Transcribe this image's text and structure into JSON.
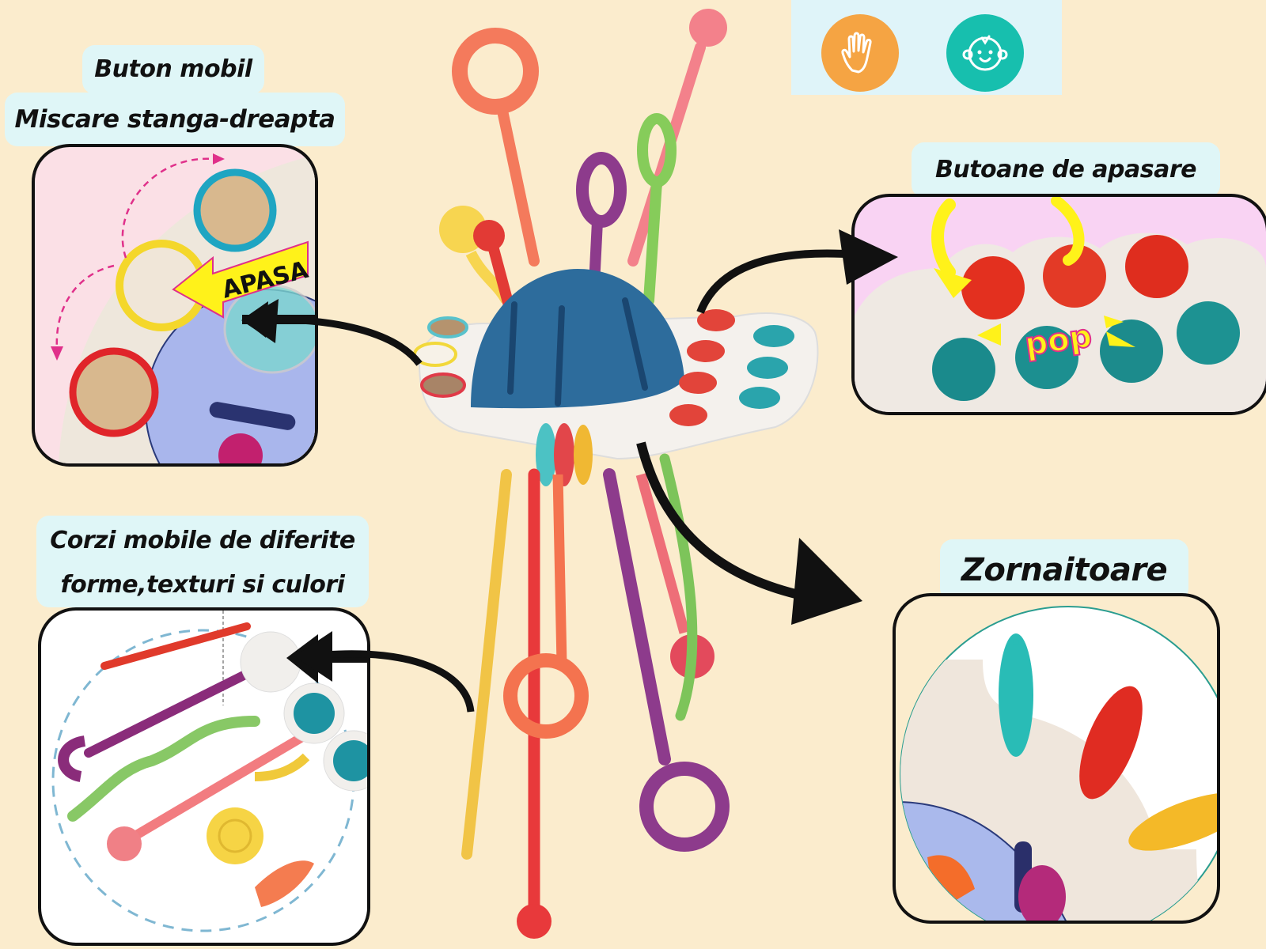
{
  "infographic": {
    "subject": "baby sensory pull-string toy",
    "background_color": "#fbeccd",
    "label_color": "#dff6f7",
    "icons": [
      {
        "name": "hand-icon",
        "color": "#f5a443"
      },
      {
        "name": "baby-face-icon",
        "color": "#17bfae"
      }
    ],
    "callouts": {
      "top_left": {
        "title_line1": "Buton mobil",
        "title_line2": "Miscare stanga-dreapta",
        "image_tag": "APASA"
      },
      "top_right": {
        "title": "Butoane de apasare",
        "image_tag": "pop"
      },
      "bottom_left": {
        "title_line1": "Corzi  mobile de diferite",
        "title_line2": "forme,texturi si culori"
      },
      "bottom_right": {
        "title": "Zornaitoare"
      }
    }
  }
}
